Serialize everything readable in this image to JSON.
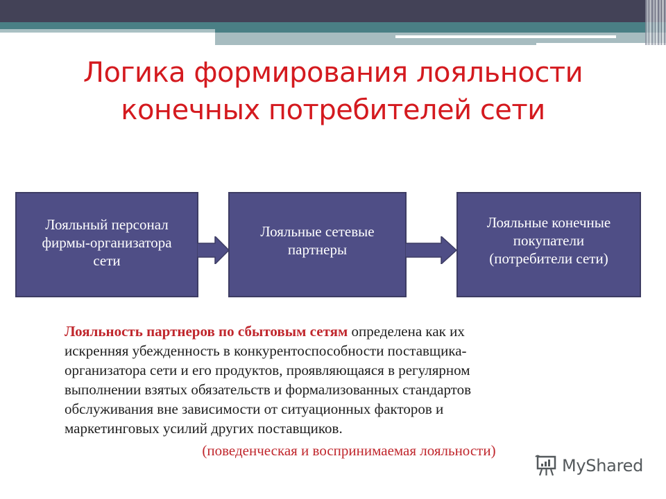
{
  "slide": {
    "title_lines": [
      "Логика формирования лояльности",
      "конечных потребителей сети"
    ]
  },
  "diagram": {
    "boxes": [
      {
        "lines": [
          "Лояльный персонал",
          "фирмы-организатора",
          "сети"
        ]
      },
      {
        "lines": [
          "Лояльные сетевые",
          "партнеры"
        ]
      },
      {
        "lines": [
          "Лояльные конечные",
          "покупатели",
          "(потребители сети)"
        ]
      }
    ],
    "arrows": [
      {
        "from": 0,
        "to": 1
      },
      {
        "from": 1,
        "to": 2
      }
    ],
    "colors": {
      "box_fill": "#4f4e86",
      "box_border": "#3d3c63",
      "box_text": "#ffffff"
    }
  },
  "definition": {
    "lead": "Лояльность партнеров по сбытовым сетям",
    "body": " определена как их искренняя убежденность в конкурентоспособности поставщика-организатора сети и его продуктов, проявляющаяся в регулярном выполнении взятых обязательств и формализованных стандартов обслуживания вне зависимости от ситуационных факторов и маркетинговых усилий других поставщиков.",
    "lines": [
      "искренняя убежденность в конкурентоспособности поставщика-",
      "организатора сети и его продуктов, проявляющаяся в регулярном",
      "выполнении взятых обязательств и формализованных стандартов",
      "обслуживания вне зависимости от ситуационных факторов и",
      "маркетинговых усилий других поставщиков."
    ],
    "first_line_tail": " определена как их",
    "note": "(поведенческая и воспринимаемая лояльности)"
  },
  "theme": {
    "title_color": "#d41a1f",
    "accent_red": "#c0272d",
    "header_dark": "#434257",
    "header_teal": "#4a7f85"
  },
  "watermark": {
    "text": "MyShared",
    "icon": "presentation-chart-icon"
  }
}
